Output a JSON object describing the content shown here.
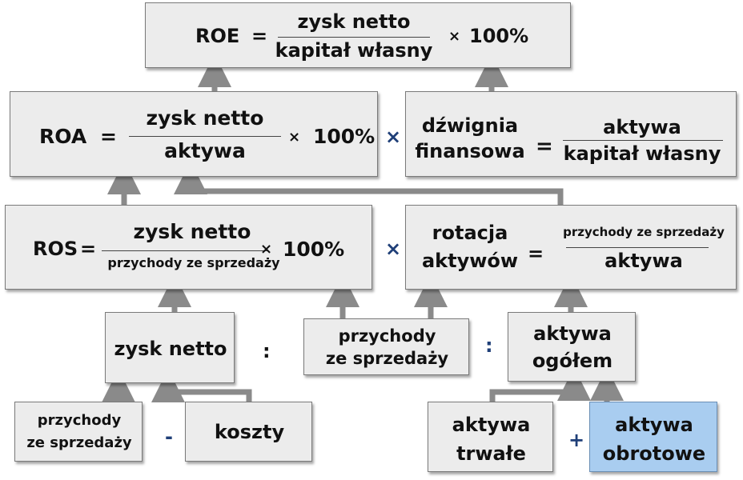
{
  "roe": {
    "label": "ROE",
    "eq": "=",
    "numerator": "zysk netto",
    "denominator": "kapitał własny",
    "times": "×",
    "percent": "100%"
  },
  "roa": {
    "label": "ROA",
    "eq": "=",
    "numerator": "zysk netto",
    "denominator": "aktywa",
    "times": "×",
    "percent": "100%"
  },
  "leverage": {
    "name_line1": "dźwignia",
    "name_line2": "finansowa",
    "eq": "=",
    "numerator": "aktywa",
    "denominator": "kapitał własny"
  },
  "ros": {
    "label": "ROS",
    "eq": "=",
    "numerator": "zysk netto",
    "denominator": "przychody ze sprzedaży",
    "times": "×",
    "percent": "100%"
  },
  "rotation": {
    "name_line1": "rotacja",
    "name_line2": "aktywów",
    "eq": "=",
    "numerator": "przychody ze sprzedaży",
    "denominator": "aktywa"
  },
  "net_profit": {
    "label": "zysk netto"
  },
  "revenue_mid": {
    "line1": "przychody",
    "line2": "ze sprzedaży"
  },
  "total_assets": {
    "line1": "aktywa",
    "line2": "ogółem"
  },
  "revenue_low": {
    "line1": "przychody",
    "line2": "ze sprzedaży"
  },
  "costs": {
    "label": "koszty"
  },
  "fixed_assets": {
    "line1": "aktywa",
    "line2": "trwałe"
  },
  "current_assets": {
    "line1": "aktywa",
    "line2": "obrotowe"
  },
  "operators": {
    "times_1": "×",
    "times_2": "×",
    "divide_1": ":",
    "divide_2": ":",
    "minus": "-",
    "plus": "+"
  },
  "colors": {
    "box": "#ececec",
    "highlight": "#a9cdf0",
    "operator": "#1f3f78",
    "connector": "#8a8a8a"
  }
}
